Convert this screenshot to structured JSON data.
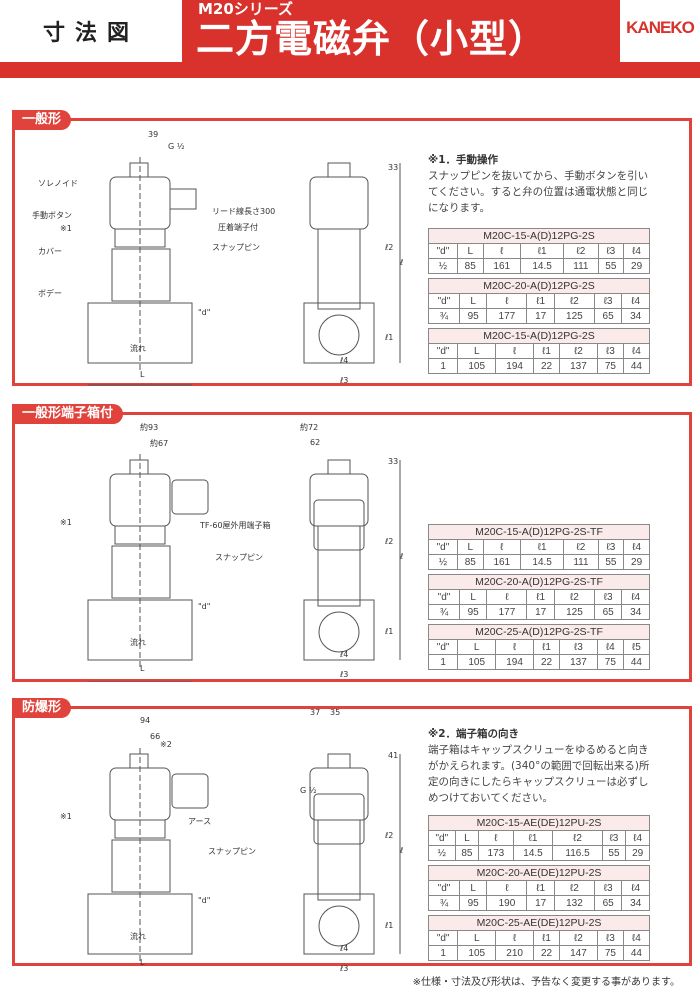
{
  "header": {
    "left": "寸法図",
    "series": "M20シリーズ",
    "title": "二方電磁弁（小型）",
    "brand": "KANEKO"
  },
  "sections": [
    {
      "tag": "一般形",
      "note": {
        "title": "※1．手動操作",
        "body": "スナップピンを抜いてから、手動ボタンを引いてください。すると弁の位置は通電状態と同じになります。"
      },
      "labels": {
        "dim_top": "39",
        "g": "G ½",
        "solenoid": "ソレノイド",
        "manual": "手動ボタン",
        "ref": "※1",
        "cover": "カバー",
        "body": "ボデー",
        "lead1": "リード線長さ300",
        "lead2": "圧着端子付",
        "snap": "スナップピン",
        "flow": "流れ",
        "L": "L",
        "d": "\"d\"",
        "side_top": "33",
        "l": "ℓ",
        "l1": "ℓ1",
        "l2": "ℓ2",
        "l3": "ℓ3",
        "l4": "ℓ4"
      },
      "tables": [
        {
          "model": "M20C-15-A(D)12PG-2S",
          "headers": [
            "\"d\"",
            "L",
            "ℓ",
            "ℓ1",
            "ℓ2",
            "ℓ3",
            "ℓ4"
          ],
          "values": [
            "½",
            "85",
            "161",
            "14.5",
            "111",
            "55",
            "29"
          ]
        },
        {
          "model": "M20C-20-A(D)12PG-2S",
          "headers": [
            "\"d\"",
            "L",
            "ℓ",
            "ℓ1",
            "ℓ2",
            "ℓ3",
            "ℓ4"
          ],
          "values": [
            "¾",
            "95",
            "177",
            "17",
            "125",
            "65",
            "34"
          ]
        },
        {
          "model": "M20C-15-A(D)12PG-2S",
          "headers": [
            "\"d\"",
            "L",
            "ℓ",
            "ℓ1",
            "ℓ2",
            "ℓ3",
            "ℓ4"
          ],
          "values": [
            "1",
            "105",
            "194",
            "22",
            "137",
            "75",
            "44"
          ]
        }
      ]
    },
    {
      "tag": "一般形端子箱付",
      "labels": {
        "dim_a": "約93",
        "dim_b": "約67",
        "dim_c": "約72",
        "dim_d": "62",
        "ref": "※1",
        "box": "TF-60屋外用端子箱",
        "snap": "スナップピン",
        "flow": "流れ",
        "L": "L",
        "d": "\"d\"",
        "side_top": "33",
        "l": "ℓ",
        "l1": "ℓ1",
        "l2": "ℓ2",
        "l3": "ℓ3",
        "l4": "ℓ4"
      },
      "tables": [
        {
          "model": "M20C-15-A(D)12PG-2S-TF",
          "headers": [
            "\"d\"",
            "L",
            "ℓ",
            "ℓ1",
            "ℓ2",
            "ℓ3",
            "ℓ4"
          ],
          "values": [
            "½",
            "85",
            "161",
            "14.5",
            "111",
            "55",
            "29"
          ]
        },
        {
          "model": "M20C-20-A(D)12PG-2S-TF",
          "headers": [
            "\"d\"",
            "L",
            "ℓ",
            "ℓ1",
            "ℓ2",
            "ℓ3",
            "ℓ4"
          ],
          "values": [
            "¾",
            "95",
            "177",
            "17",
            "125",
            "65",
            "34"
          ]
        },
        {
          "model": "M20C-25-A(D)12PG-2S-TF",
          "headers": [
            "\"d\"",
            "L",
            "ℓ",
            "ℓ1",
            "ℓ3",
            "ℓ4",
            "ℓ5"
          ],
          "values": [
            "1",
            "105",
            "194",
            "22",
            "137",
            "75",
            "44"
          ]
        }
      ]
    },
    {
      "tag": "防爆形",
      "note": {
        "title": "※2．端子箱の向き",
        "body": "端子箱はキャップスクリューをゆるめると向きがかえられます。(340°の範囲で回転出来る)所定の向きにしたらキャップスクリューは必ずしめつけておいてください。"
      },
      "labels": {
        "dim_a": "94",
        "dim_b": "66",
        "ref2": "※2",
        "ref": "※1",
        "earth": "アース",
        "snap": "スナップピン",
        "flow": "流れ",
        "L": "L",
        "d": "\"d\"",
        "dim_c": "37",
        "dim_e": "35",
        "g": "G ½",
        "side_top": "41",
        "l": "ℓ",
        "l1": "ℓ1",
        "l2": "ℓ2",
        "l3": "ℓ3",
        "l4": "ℓ4"
      },
      "tables": [
        {
          "model": "M20C-15-AE(DE)12PU-2S",
          "headers": [
            "\"d\"",
            "L",
            "ℓ",
            "ℓ1",
            "ℓ2",
            "ℓ3",
            "ℓ4"
          ],
          "values": [
            "½",
            "85",
            "173",
            "14.5",
            "116.5",
            "55",
            "29"
          ]
        },
        {
          "model": "M20C-20-AE(DE)12PU-2S",
          "headers": [
            "\"d\"",
            "L",
            "ℓ",
            "ℓ1",
            "ℓ2",
            "ℓ3",
            "ℓ4"
          ],
          "values": [
            "¾",
            "95",
            "190",
            "17",
            "132",
            "65",
            "34"
          ]
        },
        {
          "model": "M20C-25-AE(DE)12PU-2S",
          "headers": [
            "\"d\"",
            "L",
            "ℓ",
            "ℓ1",
            "ℓ2",
            "ℓ3",
            "ℓ4"
          ],
          "values": [
            "1",
            "105",
            "210",
            "22",
            "147",
            "75",
            "44"
          ]
        }
      ]
    }
  ],
  "footer": "※仕様・寸法及び形状は、予告なく変更する事があります。"
}
